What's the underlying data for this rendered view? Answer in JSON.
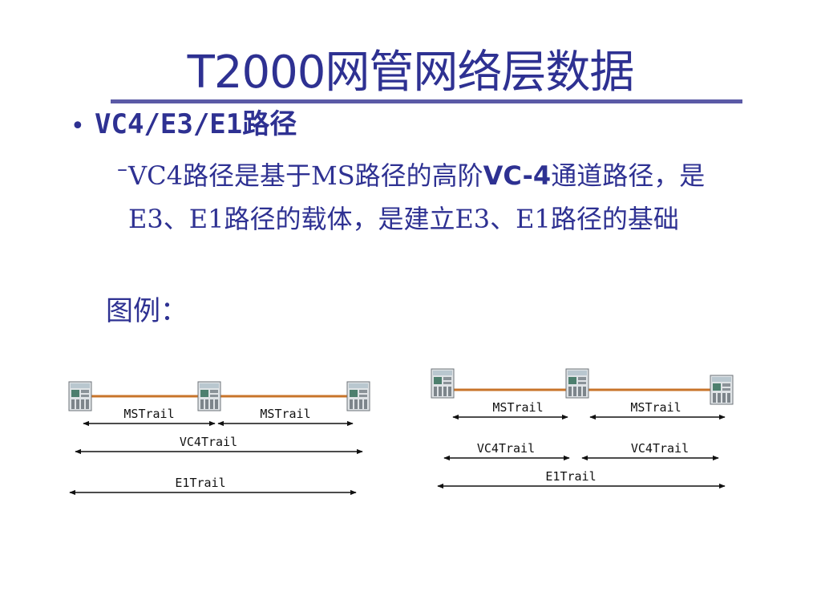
{
  "title": "T2000网管网络层数据",
  "bullet": "VC4/E3/E1路径",
  "sub": {
    "dash": "–",
    "part1": "VC4路径是基于MS路径的高阶",
    "bold": "VC-4",
    "part2": "通道路径，是E3、E1路径的载体，是建立E3、E1路径的基础"
  },
  "legend_label": "图例：",
  "diagram_left": {
    "ms1": "MSTrail",
    "ms2": "MSTrail",
    "vc4": "VC4Trail",
    "e1": "E1Trail"
  },
  "diagram_right": {
    "ms1": "MSTrail",
    "ms2": "MSTrail",
    "vc4a": "VC4Trail",
    "vc4b": "VC4Trail",
    "e1": "E1Trail"
  },
  "colors": {
    "text": "#2e3192",
    "fiber": "#c8742a"
  },
  "icons": [
    "ne-equipment-icon"
  ]
}
